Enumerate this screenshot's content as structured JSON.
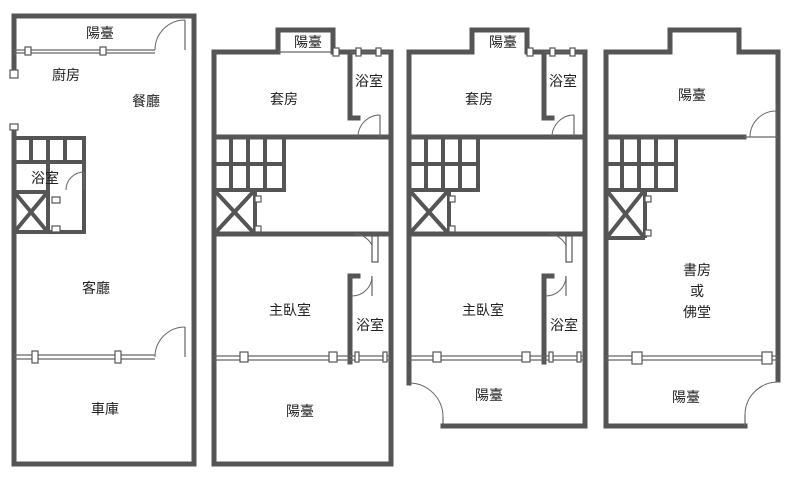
{
  "floors": [
    {
      "id": "floor-1",
      "rooms": {
        "balcony": "陽臺",
        "kitchen": "廚房",
        "dining": "餐廳",
        "bathroom": "浴室",
        "living": "客廳",
        "garage": "車庫"
      }
    },
    {
      "id": "floor-2",
      "rooms": {
        "balcony_top": "陽臺",
        "suite": "套房",
        "bathroom_top": "浴室",
        "master": "主臥室",
        "bathroom_bottom": "浴室",
        "balcony_bottom": "陽臺"
      }
    },
    {
      "id": "floor-3",
      "rooms": {
        "balcony_top": "陽臺",
        "suite": "套房",
        "bathroom_top": "浴室",
        "master": "主臥室",
        "bathroom_bottom": "浴室",
        "balcony_bottom": "陽臺"
      }
    },
    {
      "id": "floor-4",
      "rooms": {
        "balcony_top": "陽臺",
        "study_line1": "書房",
        "study_line2": "或",
        "study_line3": "佛堂",
        "balcony_bottom": "陽臺"
      }
    }
  ]
}
